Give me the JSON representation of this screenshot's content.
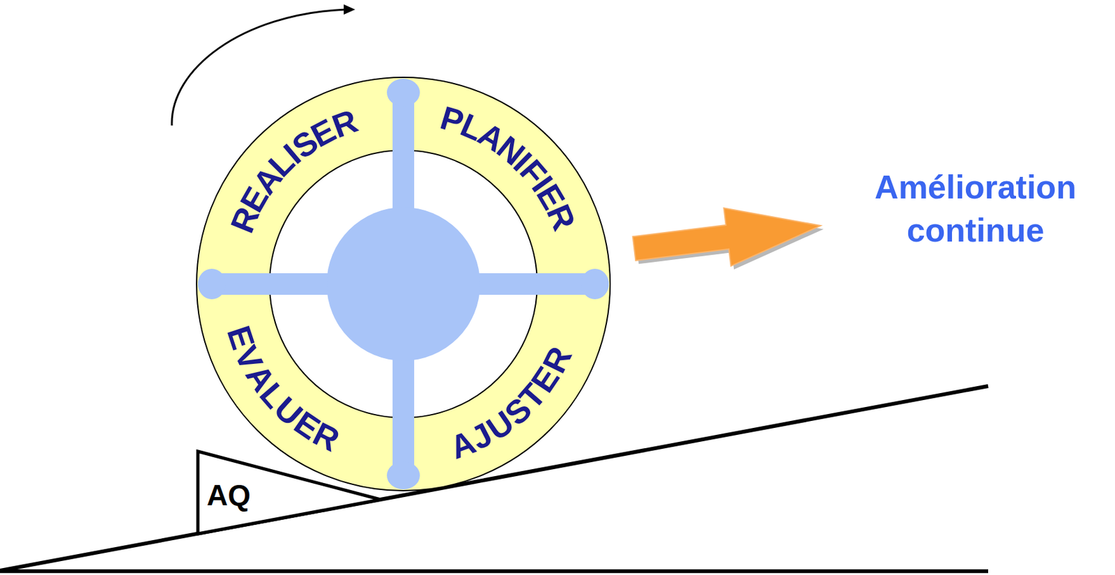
{
  "diagram": {
    "nodes": [
      {
        "text": [
          "REALISER",
          "PLANIFIER",
          "EVALUER",
          "AJUSTER"
        ]
      },
      {
        "text": [
          "AQ"
        ]
      }
    ],
    "labels": [
      "Amélioration continue"
    ]
  }
}
